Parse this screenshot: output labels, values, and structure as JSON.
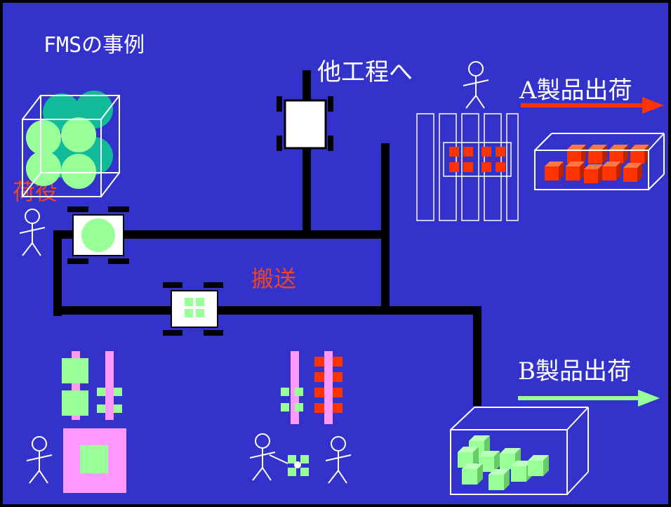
{
  "slide": {
    "title": "FMSの事例",
    "labels": {
      "other_process": "他工程へ",
      "loading": "荷役",
      "transport": "搬送",
      "ship_a": "A製品出荷",
      "ship_b": "B製品出荷"
    },
    "colors": {
      "background": "#3333cc",
      "track": "#000000",
      "accent_red": "#ff3300",
      "red_label": "#ee4422",
      "light_green": "#99ff99",
      "teal": "#11bb99",
      "pink": "#ff99ff",
      "white": "#ffffff"
    }
  }
}
